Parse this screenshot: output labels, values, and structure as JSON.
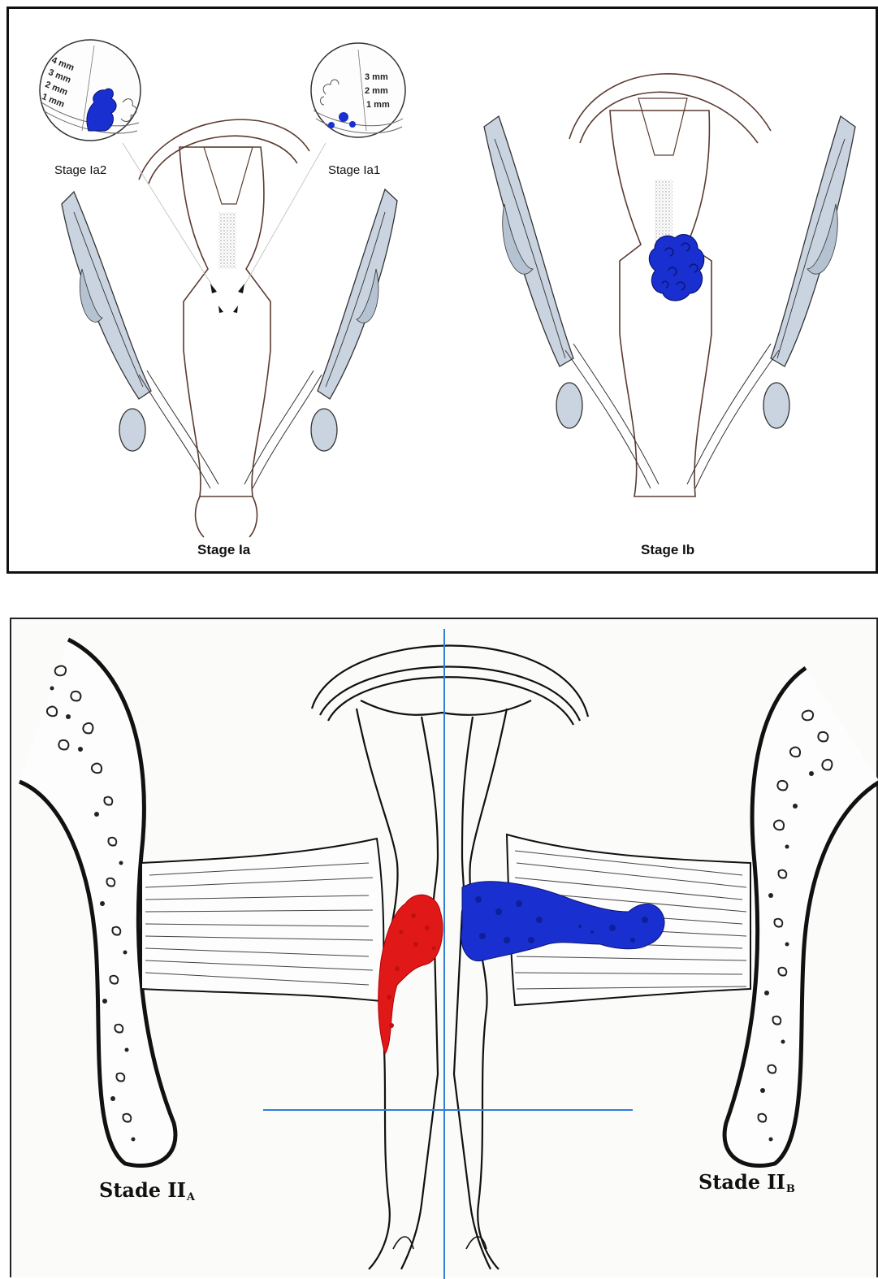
{
  "top_panel": {
    "labels": {
      "stage_ia2": "Stage Ia2",
      "stage_ia1": "Stage Ia1",
      "stage_ia": "Stage Ia",
      "stage_ib": "Stage Ib"
    },
    "inset_left_scale": [
      "4 mm",
      "3 mm",
      "2 mm",
      "1 mm"
    ],
    "inset_right_scale": [
      "3 mm",
      "2 mm",
      "1 mm"
    ]
  },
  "bottom_panel": {
    "labels": {
      "stade_iia_main": "Stade II",
      "stade_iia_sub": "A",
      "stade_iib_main": "Stade II",
      "stade_iib_sub": "B"
    }
  },
  "colors": {
    "tumor_blue": "#1a2fd0",
    "tumor_red": "#e01818",
    "guide_line_blue": "#2f7fd6",
    "tube_fill": "#c9d4e0"
  }
}
